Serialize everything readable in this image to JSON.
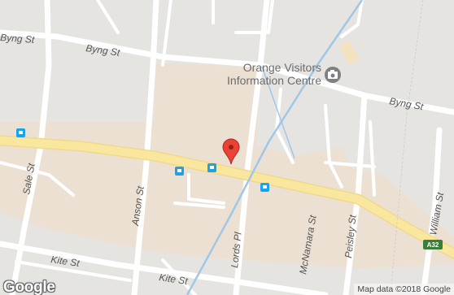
{
  "map": {
    "streets": {
      "byng_st_left": "Byng St",
      "byng_st_mid": "Byng St",
      "byng_st_right": "Byng St",
      "sale_st": "Sale St",
      "anson_st": "Anson St",
      "lords_pl": "Lords Pl",
      "mcnamara_st": "McNamara St",
      "peisley_st": "Peisley St",
      "william_st": "William St",
      "kite_st_left": "Kite St",
      "kite_st_mid": "Kite St"
    },
    "poi": {
      "line1": "Orange Visitors",
      "line2": "Information Centre",
      "icon": "camera-icon"
    },
    "route_shield": "A32",
    "marker": {
      "color": "#e94335",
      "icon": "location-pin-icon"
    },
    "transit_icon": "bus-stop-icon",
    "colors": {
      "background": "#e6e4e0",
      "road": "#ffffff",
      "highway": "#f9e79f",
      "commercial": "#ece0d2",
      "rail": "#9fc7ea",
      "poi_text": "#6b6b6b",
      "transit": "#1aa3e8"
    }
  },
  "branding": {
    "logo_text": "Google",
    "attribution": "Map data ©2018 Google"
  }
}
